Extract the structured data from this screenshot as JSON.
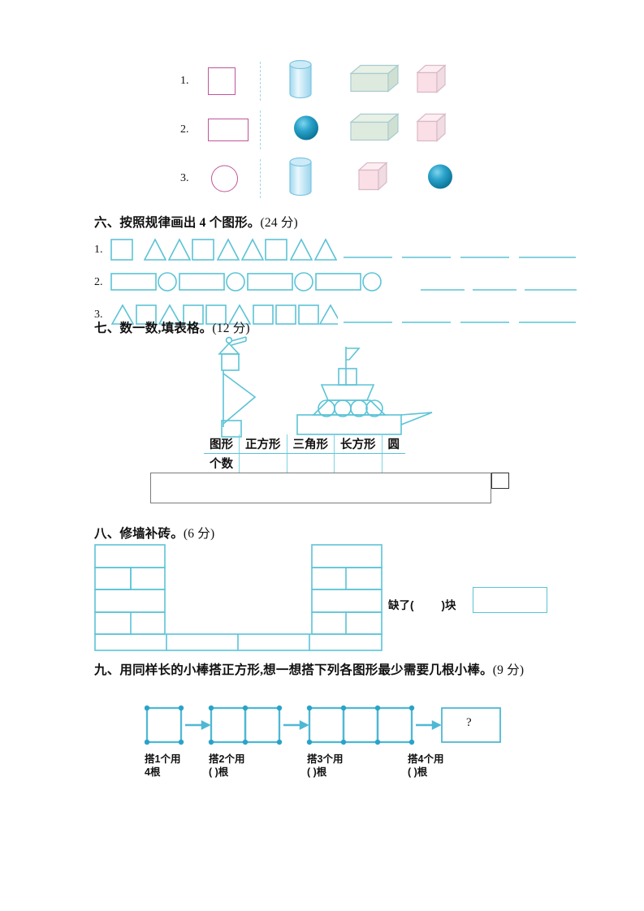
{
  "colors": {
    "cyan": "#5bc3d6",
    "magenta": "#c0559b",
    "sphere": "#1b9dc4",
    "cylinder": "#bfe6f5",
    "cuboid": "#dfeade",
    "cube": "#fadfe6",
    "text": "#111111"
  },
  "match_block": {
    "rows": [
      {
        "index": "1.",
        "flat_shape": "square",
        "solids": [
          "cylinder",
          "cuboid",
          "cube"
        ]
      },
      {
        "index": "2.",
        "flat_shape": "rectangle",
        "solids": [
          "sphere",
          "cuboid",
          "cube"
        ]
      },
      {
        "index": "3.",
        "flat_shape": "circle",
        "solids": [
          "cylinder",
          "cube",
          "sphere"
        ]
      }
    ]
  },
  "section6": {
    "title": "六、按照规律画出 4 个图形。",
    "points": "(24 分)",
    "rows": [
      {
        "label": "1.",
        "shapes": [
          "square",
          "triangle",
          "triangle",
          "square",
          "triangle",
          "triangle",
          "square",
          "triangle",
          "triangle"
        ],
        "blanks": 4
      },
      {
        "label": "2.",
        "shapes": [
          "rect",
          "circle",
          "rect",
          "circle",
          "rect",
          "circle",
          "rect",
          "circle"
        ],
        "blanks": 4
      },
      {
        "label": "3.",
        "shapes": [
          "triangle",
          "square",
          "triangle",
          "square",
          "square",
          "triangle",
          "square",
          "square",
          "square",
          "triangle"
        ],
        "blanks": 4
      }
    ]
  },
  "section7": {
    "title": "七、数一数,填表格。",
    "points": "(12 分)",
    "table": {
      "headers": [
        "图形",
        "正方形",
        "三角形",
        "长方形",
        "圆"
      ],
      "row_label": "个数",
      "values": [
        "",
        "",
        "",
        ""
      ]
    },
    "figures": [
      "flagpole-figure",
      "tank-figure"
    ]
  },
  "section8": {
    "title": "八、修墙补砖。",
    "points": "(6 分)",
    "missing_text_prefix": "缺了(",
    "missing_text_suffix": ")块",
    "answer_box_value": ""
  },
  "section9": {
    "title": "九、用同样长的小棒搭正方形,想一想搭下列各图形最少需要几根小棒。",
    "points": "(9 分)",
    "steps": [
      {
        "caption_line1": "搭1个用",
        "caption_line2": "4根",
        "squares": 1,
        "question": false
      },
      {
        "caption_line1": "搭2个用",
        "caption_line2": "(      )根",
        "squares": 2,
        "question": false
      },
      {
        "caption_line1": "搭3个用",
        "caption_line2": "(      )根",
        "squares": 3,
        "question": false
      },
      {
        "caption_line1": "搭4个用",
        "caption_line2": "(      )根",
        "squares": 0,
        "question": true,
        "question_mark": "?"
      }
    ]
  }
}
